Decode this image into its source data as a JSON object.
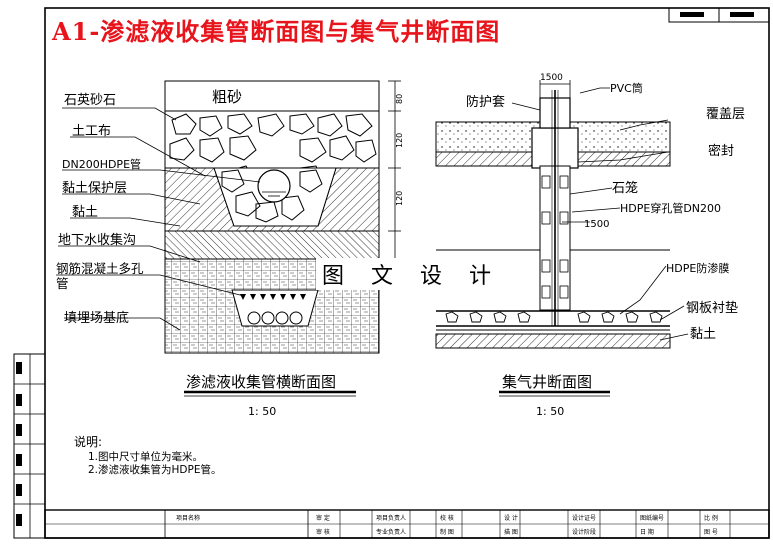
{
  "title": "A1-渗滤液收集管断面图与集气井断面图",
  "watermark": "图 文 设 计",
  "left_section": {
    "caption": "渗滤液收集管横断面图",
    "scale": "1: 50",
    "layers": {
      "top": "粗砂",
      "quartz": "石英砂石",
      "geotextile": "土工布",
      "pipe": "DN200HDPE管",
      "clay_protect": "黏土保护层",
      "clay": "黏土",
      "groundwater": "地下水收集沟",
      "concrete_pipe": "钢筋混凝土多孔管",
      "base": "填埋场基底"
    },
    "dims": [
      "80",
      "120",
      "120"
    ]
  },
  "right_section": {
    "caption": "集气井断面图",
    "scale": "1: 50",
    "labels": {
      "pvc": "PVC筒",
      "protect_sleeve": "防护套",
      "cover": "覆盖层",
      "seal": "密封",
      "gravel": "石笼",
      "hdpe_pipe": "HDPE穿孔管DN200",
      "hdpe_film": "HDPE防渗膜",
      "steel_liner": "钢板衬垫",
      "clay": "黏土"
    },
    "dims": [
      "1500",
      "1500"
    ]
  },
  "notes": {
    "heading": "说明:",
    "lines": [
      "1.图中尺寸单位为毫米。",
      "2.渗滤液收集管为HDPE管。"
    ]
  },
  "title_block": {
    "top_right": [
      "",
      ""
    ],
    "project_label": "项目名称",
    "cells": [
      "审 定",
      "项目负责人",
      "校 核",
      "设 计",
      "设计证号",
      "图纸编号",
      "比 例",
      "审 核",
      "专业负责人",
      "制 图",
      "描 图",
      "设计阶段",
      "日 期",
      "图 号"
    ]
  },
  "left_strip": [
    "",
    "",
    "",
    "",
    "",
    ""
  ]
}
